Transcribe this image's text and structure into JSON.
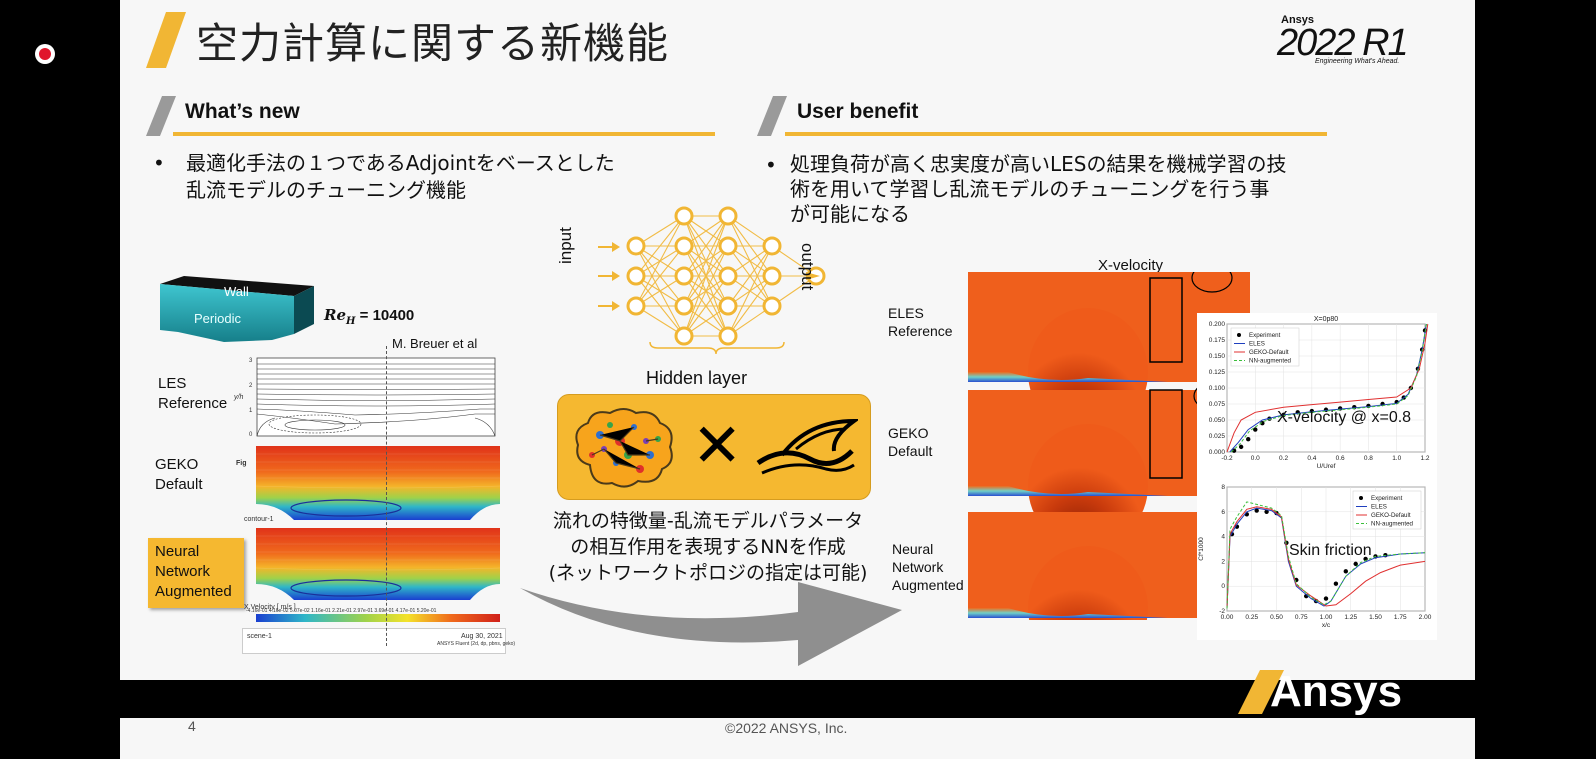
{
  "slide": {
    "title": "空力計算に関する新機能",
    "page_number": "4",
    "copyright": "©2022 ANSYS, Inc.",
    "brand": {
      "ansys_small": "Ansys",
      "release": "2022 R1",
      "tagline": "Engineering What's Ahead.",
      "footer_logo": "Ansys"
    },
    "colors": {
      "accent": "#f1b634",
      "gray": "#9a9a9a",
      "black": "#000000"
    }
  },
  "left": {
    "heading": "What’s new",
    "bullet_line1": "最適化手法の１つであるAdjointをベースとした",
    "bullet_line2": "乱流モデルのチューニング機能",
    "wall": "Wall",
    "periodic": "Periodic",
    "reynolds": "Re",
    "reynolds_sub": "H",
    "reynolds_value": " = 10400",
    "citation": "M. Breuer et al",
    "row_les_1": "LES",
    "row_les_2": "Reference",
    "row_geko_1": "GEKO",
    "row_geko_2": "Default",
    "row_nn_1": "Neural",
    "row_nn_2": "Network",
    "row_nn_3": "Augmented",
    "axis_yh": "y/h",
    "fig": "Fig",
    "contour1": "contour-1",
    "contour1_sub": "X Velocity [ m/s ]",
    "scale_ticks": "-4.16e-01   4.16e-02   5.07e-02   1.16e-01   2.21e-01   2.97e-01   3.69e-01   4.17e-01   5.20e-01",
    "scene": "scene-1",
    "date": "Aug 30, 2021",
    "ansys_fluent": "ANSYS Fluent (2d, dp, pbns, geko)"
  },
  "center": {
    "input": "input",
    "output": "output",
    "hidden_layer": "Hidden layer",
    "multiply": "✕",
    "caption_line1": "流れの特徴量-乱流モデルパラメータ",
    "caption_line2": "の相互作用を表現するNNを作成",
    "caption_line3": "(ネットワークトポロジの指定は可能)"
  },
  "right": {
    "heading": "User benefit",
    "bullet_line1": "処理負荷が高く忠実度が高いLESの結果を機械学習の技",
    "bullet_line2": "術を用いて学習し乱流モデルのチューニングを行う事",
    "bullet_line3": "が可能になる",
    "xvel_title": "X-velocity",
    "eles_1": "ELES",
    "eles_2": "Reference",
    "geko_1": "GEKO",
    "geko_2": "Default",
    "nn_1": "Neural",
    "nn_2": "Network",
    "nn_3": "Augmented"
  },
  "chart_data": [
    {
      "type": "line",
      "title": "X=0p80",
      "annotation": "X-velocity @ x=0.8",
      "xlabel": "U/Uref",
      "xlim": [
        -0.2,
        1.2
      ],
      "ylim": [
        0.0,
        0.2
      ],
      "x_ticks": [
        "-0.2",
        "0.0",
        "0.2",
        "0.4",
        "0.6",
        "0.8",
        "1.0",
        "1.2"
      ],
      "y_ticks": [
        "0.000",
        "0.025",
        "0.050",
        "0.075",
        "0.100",
        "0.125",
        "0.150",
        "0.175",
        "0.200"
      ],
      "legend": [
        "Experiment",
        "ELES",
        "GEKO-Default",
        "NN-augmented"
      ],
      "legend_position": "top-left",
      "series": [
        {
          "name": "Experiment",
          "color": "#000000",
          "style": "markers",
          "points": [
            [
              -0.15,
              0.002
            ],
            [
              -0.1,
              0.008
            ],
            [
              -0.05,
              0.02
            ],
            [
              0.0,
              0.035
            ],
            [
              0.05,
              0.045
            ],
            [
              0.1,
              0.052
            ],
            [
              0.2,
              0.058
            ],
            [
              0.3,
              0.062
            ],
            [
              0.4,
              0.064
            ],
            [
              0.5,
              0.066
            ],
            [
              0.6,
              0.068
            ],
            [
              0.7,
              0.07
            ],
            [
              0.8,
              0.072
            ],
            [
              0.9,
              0.075
            ],
            [
              1.0,
              0.078
            ],
            [
              1.05,
              0.085
            ],
            [
              1.1,
              0.1
            ],
            [
              1.15,
              0.13
            ],
            [
              1.18,
              0.16
            ],
            [
              1.2,
              0.19
            ]
          ]
        },
        {
          "name": "ELES",
          "color": "#1f3fbf",
          "style": "solid",
          "points": [
            [
              -0.18,
              0.0
            ],
            [
              -0.12,
              0.015
            ],
            [
              -0.05,
              0.035
            ],
            [
              0.05,
              0.05
            ],
            [
              0.2,
              0.058
            ],
            [
              0.4,
              0.063
            ],
            [
              0.6,
              0.067
            ],
            [
              0.8,
              0.071
            ],
            [
              1.0,
              0.076
            ],
            [
              1.08,
              0.09
            ],
            [
              1.14,
              0.12
            ],
            [
              1.18,
              0.16
            ],
            [
              1.21,
              0.2
            ]
          ]
        },
        {
          "name": "GEKO-Default",
          "color": "#e03030",
          "style": "solid",
          "points": [
            [
              -0.2,
              0.0
            ],
            [
              -0.15,
              0.03
            ],
            [
              -0.1,
              0.05
            ],
            [
              0.0,
              0.062
            ],
            [
              0.2,
              0.07
            ],
            [
              0.4,
              0.074
            ],
            [
              0.6,
              0.078
            ],
            [
              0.8,
              0.082
            ],
            [
              1.0,
              0.086
            ],
            [
              1.1,
              0.1
            ],
            [
              1.16,
              0.13
            ],
            [
              1.2,
              0.17
            ],
            [
              1.22,
              0.2
            ]
          ]
        },
        {
          "name": "NN-augmented",
          "color": "#3cbf3c",
          "style": "dashed",
          "points": [
            [
              -0.17,
              0.0
            ],
            [
              -0.11,
              0.012
            ],
            [
              -0.04,
              0.033
            ],
            [
              0.06,
              0.048
            ],
            [
              0.2,
              0.057
            ],
            [
              0.4,
              0.062
            ],
            [
              0.6,
              0.066
            ],
            [
              0.8,
              0.07
            ],
            [
              1.0,
              0.075
            ],
            [
              1.08,
              0.088
            ],
            [
              1.14,
              0.118
            ],
            [
              1.18,
              0.158
            ],
            [
              1.21,
              0.2
            ]
          ]
        }
      ]
    },
    {
      "type": "line",
      "annotation": "Skin friction",
      "xlabel": "x/c",
      "ylabel": "Cf*1000",
      "xlim": [
        0.0,
        2.0
      ],
      "ylim": [
        -2,
        8
      ],
      "x_ticks": [
        "0.00",
        "0.25",
        "0.50",
        "0.75",
        "1.00",
        "1.25",
        "1.50",
        "1.75",
        "2.00"
      ],
      "y_ticks": [
        "-2",
        "0",
        "2",
        "4",
        "6",
        "8"
      ],
      "legend": [
        "Experiment",
        "ELES",
        "GEKO-Default",
        "NN-augmented"
      ],
      "legend_position": "top-right",
      "series": [
        {
          "name": "Experiment",
          "color": "#000000",
          "style": "markers",
          "points": [
            [
              0.05,
              4.2
            ],
            [
              0.1,
              4.8
            ],
            [
              0.2,
              5.8
            ],
            [
              0.3,
              6.1
            ],
            [
              0.4,
              6.0
            ],
            [
              0.5,
              5.9
            ],
            [
              0.6,
              3.5
            ],
            [
              0.7,
              0.5
            ],
            [
              0.8,
              -0.8
            ],
            [
              0.9,
              -1.2
            ],
            [
              1.0,
              -1.0
            ],
            [
              1.1,
              0.2
            ],
            [
              1.2,
              1.2
            ],
            [
              1.3,
              1.8
            ],
            [
              1.4,
              2.2
            ],
            [
              1.5,
              2.4
            ],
            [
              1.6,
              2.5
            ]
          ]
        },
        {
          "name": "ELES",
          "color": "#1f3fbf",
          "style": "solid",
          "points": [
            [
              0.0,
              -1.8
            ],
            [
              0.03,
              4.0
            ],
            [
              0.1,
              5.0
            ],
            [
              0.2,
              6.0
            ],
            [
              0.3,
              6.3
            ],
            [
              0.45,
              6.1
            ],
            [
              0.55,
              5.5
            ],
            [
              0.62,
              2.0
            ],
            [
              0.7,
              0.0
            ],
            [
              0.85,
              -1.0
            ],
            [
              0.98,
              -1.6
            ],
            [
              1.05,
              -1.2
            ],
            [
              1.2,
              0.8
            ],
            [
              1.35,
              1.8
            ],
            [
              1.5,
              2.3
            ],
            [
              1.75,
              2.6
            ],
            [
              2.0,
              2.7
            ]
          ]
        },
        {
          "name": "GEKO-Default",
          "color": "#e03030",
          "style": "solid",
          "points": [
            [
              0.0,
              -1.8
            ],
            [
              0.03,
              4.2
            ],
            [
              0.1,
              5.2
            ],
            [
              0.2,
              6.2
            ],
            [
              0.3,
              6.4
            ],
            [
              0.45,
              6.2
            ],
            [
              0.55,
              5.6
            ],
            [
              0.62,
              2.2
            ],
            [
              0.7,
              0.1
            ],
            [
              0.85,
              -0.8
            ],
            [
              1.0,
              -1.6
            ],
            [
              1.1,
              -1.5
            ],
            [
              1.25,
              -0.6
            ],
            [
              1.4,
              0.4
            ],
            [
              1.55,
              1.1
            ],
            [
              1.75,
              1.7
            ],
            [
              2.0,
              2.0
            ]
          ]
        },
        {
          "name": "NN-augmented",
          "color": "#3cbf3c",
          "style": "dashed",
          "points": [
            [
              0.0,
              -1.8
            ],
            [
              0.03,
              4.6
            ],
            [
              0.1,
              5.6
            ],
            [
              0.2,
              6.8
            ],
            [
              0.3,
              6.6
            ],
            [
              0.45,
              6.3
            ],
            [
              0.55,
              5.7
            ],
            [
              0.62,
              2.4
            ],
            [
              0.7,
              0.2
            ],
            [
              0.85,
              -0.9
            ],
            [
              0.98,
              -1.5
            ],
            [
              1.05,
              -1.2
            ],
            [
              1.2,
              0.8
            ],
            [
              1.35,
              1.9
            ],
            [
              1.5,
              2.4
            ],
            [
              1.75,
              2.6
            ],
            [
              2.0,
              2.7
            ]
          ]
        }
      ]
    }
  ]
}
